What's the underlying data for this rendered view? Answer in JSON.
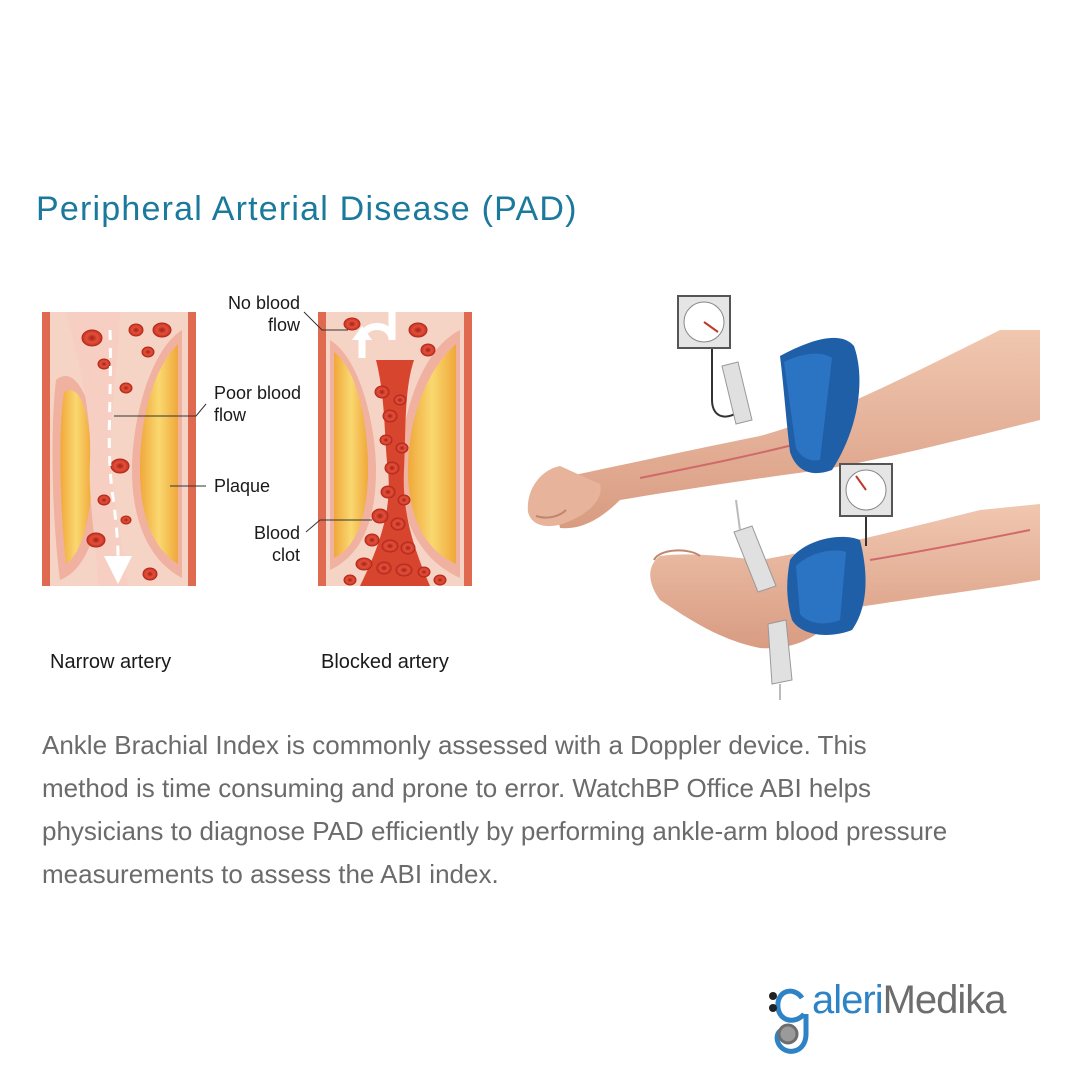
{
  "title": "Peripheral Arterial Disease (PAD)",
  "artery_labels": {
    "no_blood_flow": [
      "No blood",
      "flow"
    ],
    "poor_blood_flow": [
      "Poor blood",
      "flow"
    ],
    "plaque": "Plaque",
    "blood_clot": [
      "Blood",
      "clot"
    ]
  },
  "captions": {
    "narrow": "Narrow artery",
    "blocked": "Blocked artery"
  },
  "paragraph": [
    "Ankle Brachial Index is commonly assessed with a Doppler device. This",
    "method is time consuming and prone to error. WatchBP Office ABI helps",
    "physicians to diagnose PAD efficiently by performing ankle-arm blood pressure",
    "measurements to assess the ABI index."
  ],
  "logo": {
    "part1": "aleri",
    "part2": "Medika"
  },
  "colors": {
    "title": "#1b7a9c",
    "vessel_wall": "#e4a08a",
    "plaque": "#f5c242",
    "blood_cell": "#d8452f",
    "cuff": "#1f5fa8",
    "skin": "#e8b79e"
  }
}
